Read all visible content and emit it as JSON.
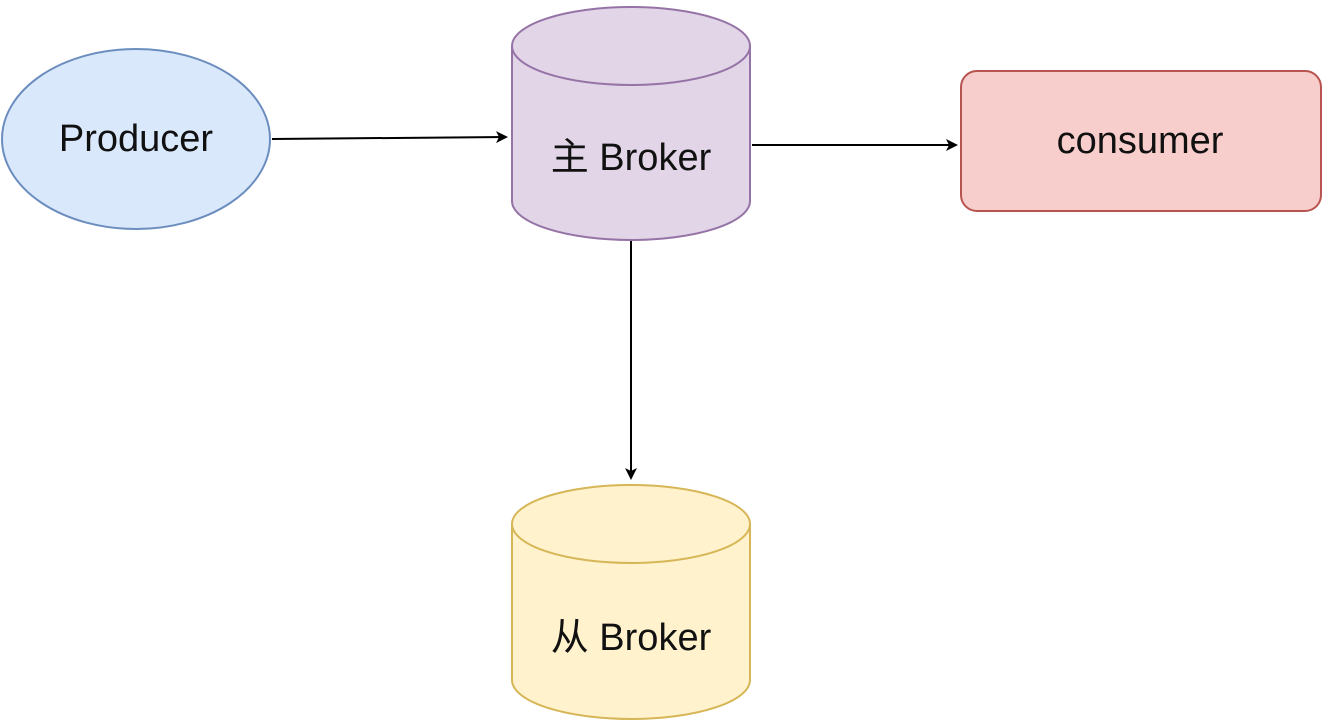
{
  "colors": {
    "background": "#ffffff",
    "producer_fill": "#dae8fc",
    "producer_stroke": "#6c8ebf",
    "master_fill": "#e1d5e7",
    "master_stroke": "#9673a6",
    "consumer_fill": "#f8cecc",
    "consumer_stroke": "#b85450",
    "slave_fill": "#fff2cc",
    "slave_stroke": "#d6b656",
    "edge": "#000000"
  },
  "nodes": {
    "producer": {
      "label": "Producer",
      "shape": "ellipse"
    },
    "master_broker": {
      "label": "主 Broker",
      "shape": "cylinder"
    },
    "consumer": {
      "label": "consumer",
      "shape": "rounded-rectangle"
    },
    "slave_broker": {
      "label": "从 Broker",
      "shape": "cylinder"
    }
  },
  "edges": [
    {
      "from": "producer",
      "to": "master_broker"
    },
    {
      "from": "master_broker",
      "to": "consumer"
    },
    {
      "from": "master_broker",
      "to": "slave_broker"
    }
  ]
}
